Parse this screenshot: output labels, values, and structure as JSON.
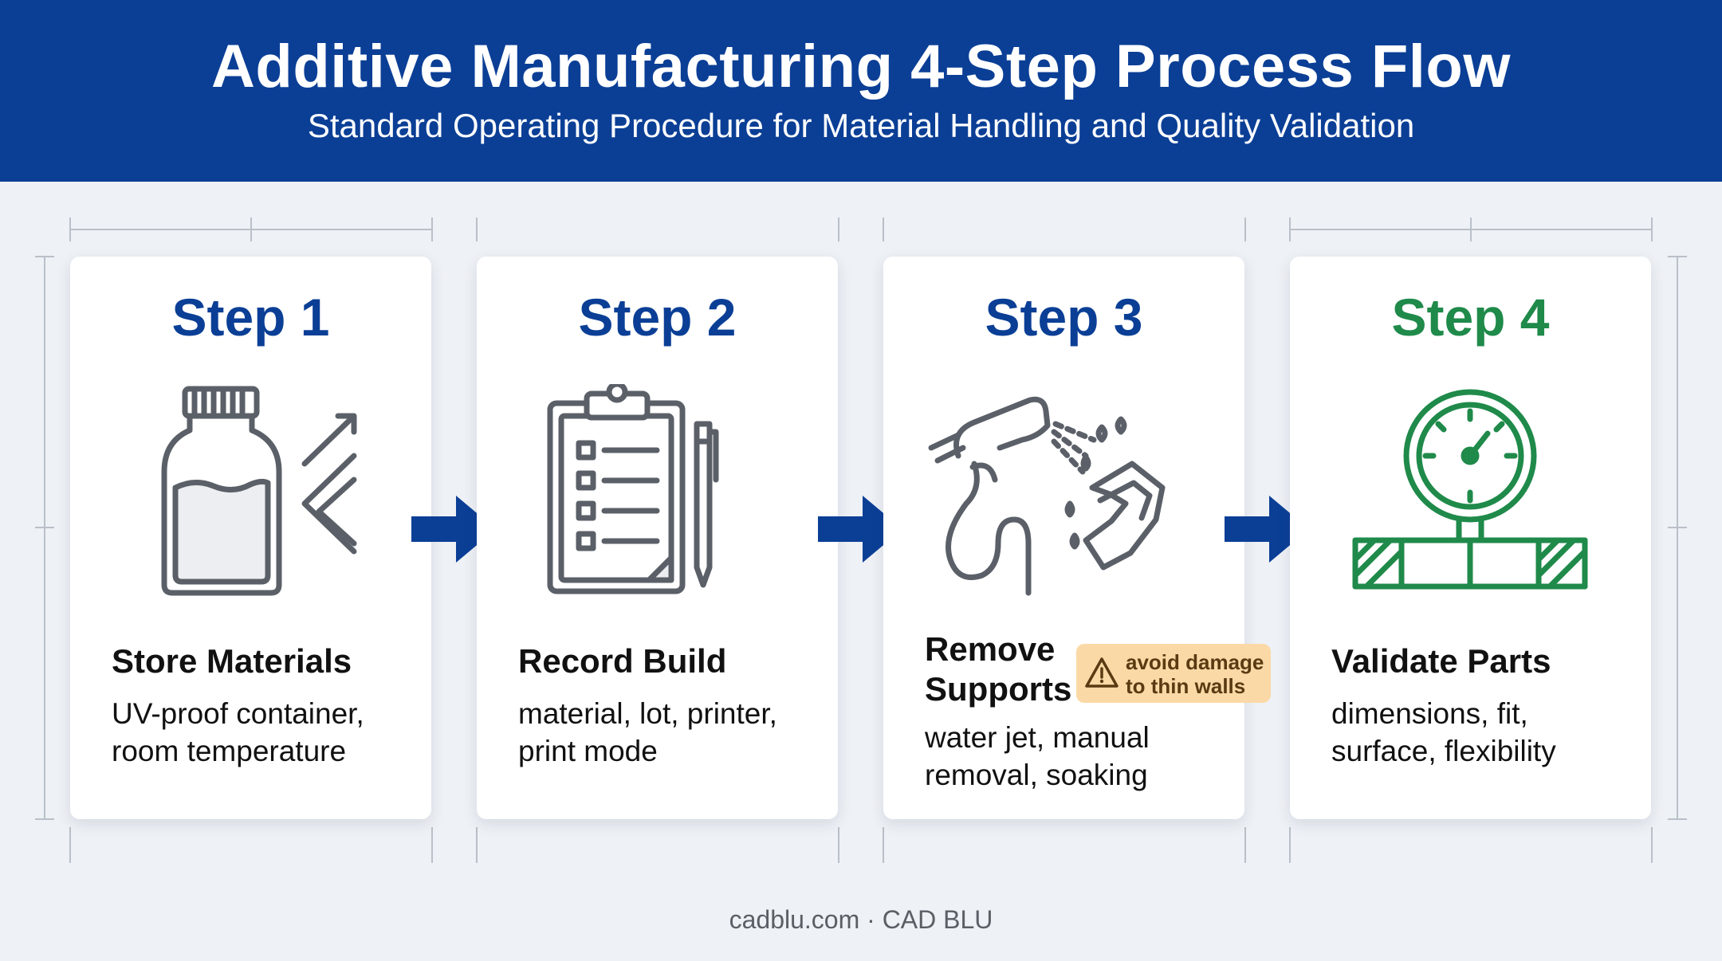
{
  "header": {
    "title": "Additive Manufacturing 4-Step Process Flow",
    "subtitle": "Standard Operating Procedure for Material Handling and Quality Validation"
  },
  "steps": [
    {
      "label": "Step 1",
      "name": "Store Materials",
      "desc": "UV-proof container, room temperature",
      "icon": "jar-uv-icon"
    },
    {
      "label": "Step 2",
      "name": "Record Build",
      "desc": "material, lot, printer, print mode",
      "icon": "clipboard-icon"
    },
    {
      "label": "Step 3",
      "name": "Remove Supports",
      "desc": "water jet, manual removal, soaking",
      "icon": "water-jet-icon",
      "warning": "avoid damage to thin walls"
    },
    {
      "label": "Step 4",
      "name": "Validate Parts",
      "desc": "dimensions, fit, surface, flexibility",
      "icon": "gauge-icon"
    }
  ],
  "colors": {
    "header_bg": "#0b3f96",
    "step_blue": "#0b3f96",
    "step_green": "#1f8a4a",
    "arrow": "#0b3f96",
    "warning_bg": "#fbd9a6"
  },
  "footer": "cadblu.com · CAD BLU"
}
